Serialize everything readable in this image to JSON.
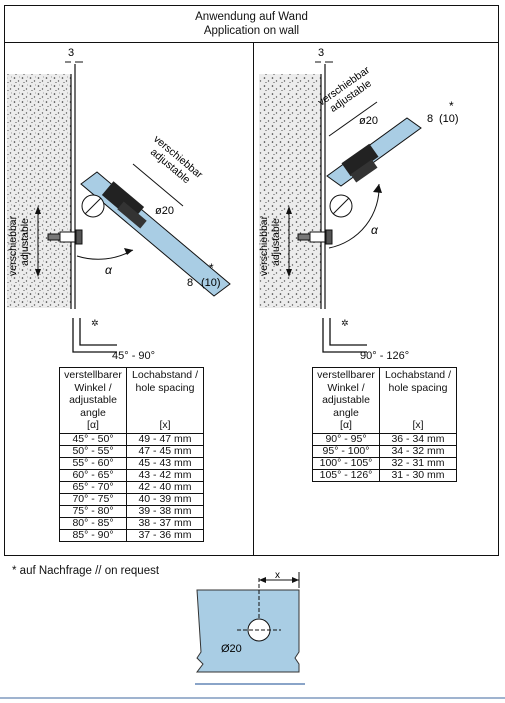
{
  "header": {
    "title_de": "Anwendung auf Wand",
    "title_en": "Application on wall"
  },
  "left_panel": {
    "range_label": "45° - 90°",
    "dim_thickness": "3",
    "adjustable_de": "verschiebbar",
    "adjustable_en": "adjustable",
    "vertical_de": "verschiebbar",
    "vertical_en": "adjustable",
    "hole_diameter": "ø20",
    "glass_thickness": "8",
    "glass_thickness_alt": "(10)",
    "asterisk": "*",
    "angle_symbol": "α"
  },
  "right_panel": {
    "range_label": "90° - 126°",
    "dim_thickness": "3",
    "adjustable_de": "verschiebbar",
    "adjustable_en": "adjustable",
    "vertical_de": "verschiebbar",
    "vertical_en": "adjustable",
    "hole_diameter": "ø20",
    "glass_thickness": "8",
    "glass_thickness_alt": "(10)",
    "asterisk": "*",
    "angle_symbol": "α"
  },
  "table_headers": {
    "angle_lines": [
      "verstellbarer",
      "Winkel /",
      "adjustable",
      "angle",
      "[α]"
    ],
    "spacing_lines": [
      "Lochabstand /",
      "hole spacing",
      "",
      "",
      "[x]"
    ]
  },
  "left_table": [
    [
      "45° - 50°",
      "49 - 47 mm"
    ],
    [
      "50° - 55°",
      "47 - 45 mm"
    ],
    [
      "55° - 60°",
      "45 - 43 mm"
    ],
    [
      "60° - 65°",
      "43 - 42 mm"
    ],
    [
      "65° - 70°",
      "42 - 40 mm"
    ],
    [
      "70° - 75°",
      "40 - 39 mm"
    ],
    [
      "75° - 80°",
      "39 - 38 mm"
    ],
    [
      "80° - 85°",
      "38 - 37 mm"
    ],
    [
      "85° - 90°",
      "37 - 36 mm"
    ]
  ],
  "right_table": [
    [
      "90° - 95°",
      "36 - 34 mm"
    ],
    [
      "95° - 100°",
      "34 - 32 mm"
    ],
    [
      "100° - 105°",
      "32 - 31 mm"
    ],
    [
      "105° - 126°",
      "31 - 30 mm"
    ]
  ],
  "footnote": "*  auf Nachfrage // on request",
  "bottom_detail": {
    "dim_x": "x",
    "hole": "Ø20"
  },
  "colors": {
    "glass": "#a9cde4",
    "wall": "#e6e6e6",
    "line": "#111111"
  }
}
